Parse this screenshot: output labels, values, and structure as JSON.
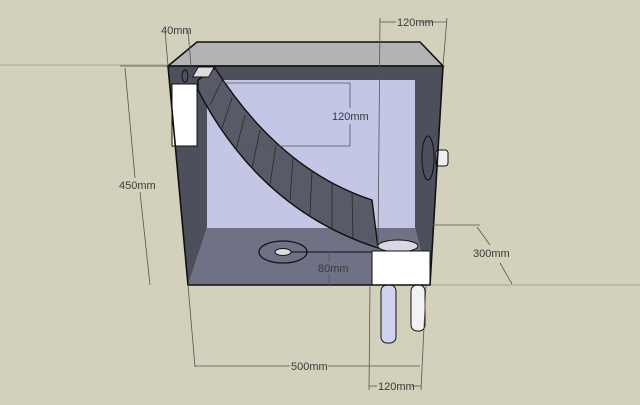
{
  "viewport": {
    "background": "#d3d1bb"
  },
  "model": {
    "colors": {
      "back_panel": "#c4c6e6",
      "walls": "#4d4f5c",
      "floor": "#6f7186",
      "top": "#b3b3b3",
      "pipe": "#cfd2ee",
      "white_block": "#ffffff"
    }
  },
  "dimensions": {
    "wall_thickness": "40mm",
    "top_right_width": "120mm",
    "ramp_height": "120mm",
    "total_height": "450mm",
    "depth": "300mm",
    "drain_height": "80mm",
    "total_width": "500mm",
    "outlet_width": "120mm"
  }
}
